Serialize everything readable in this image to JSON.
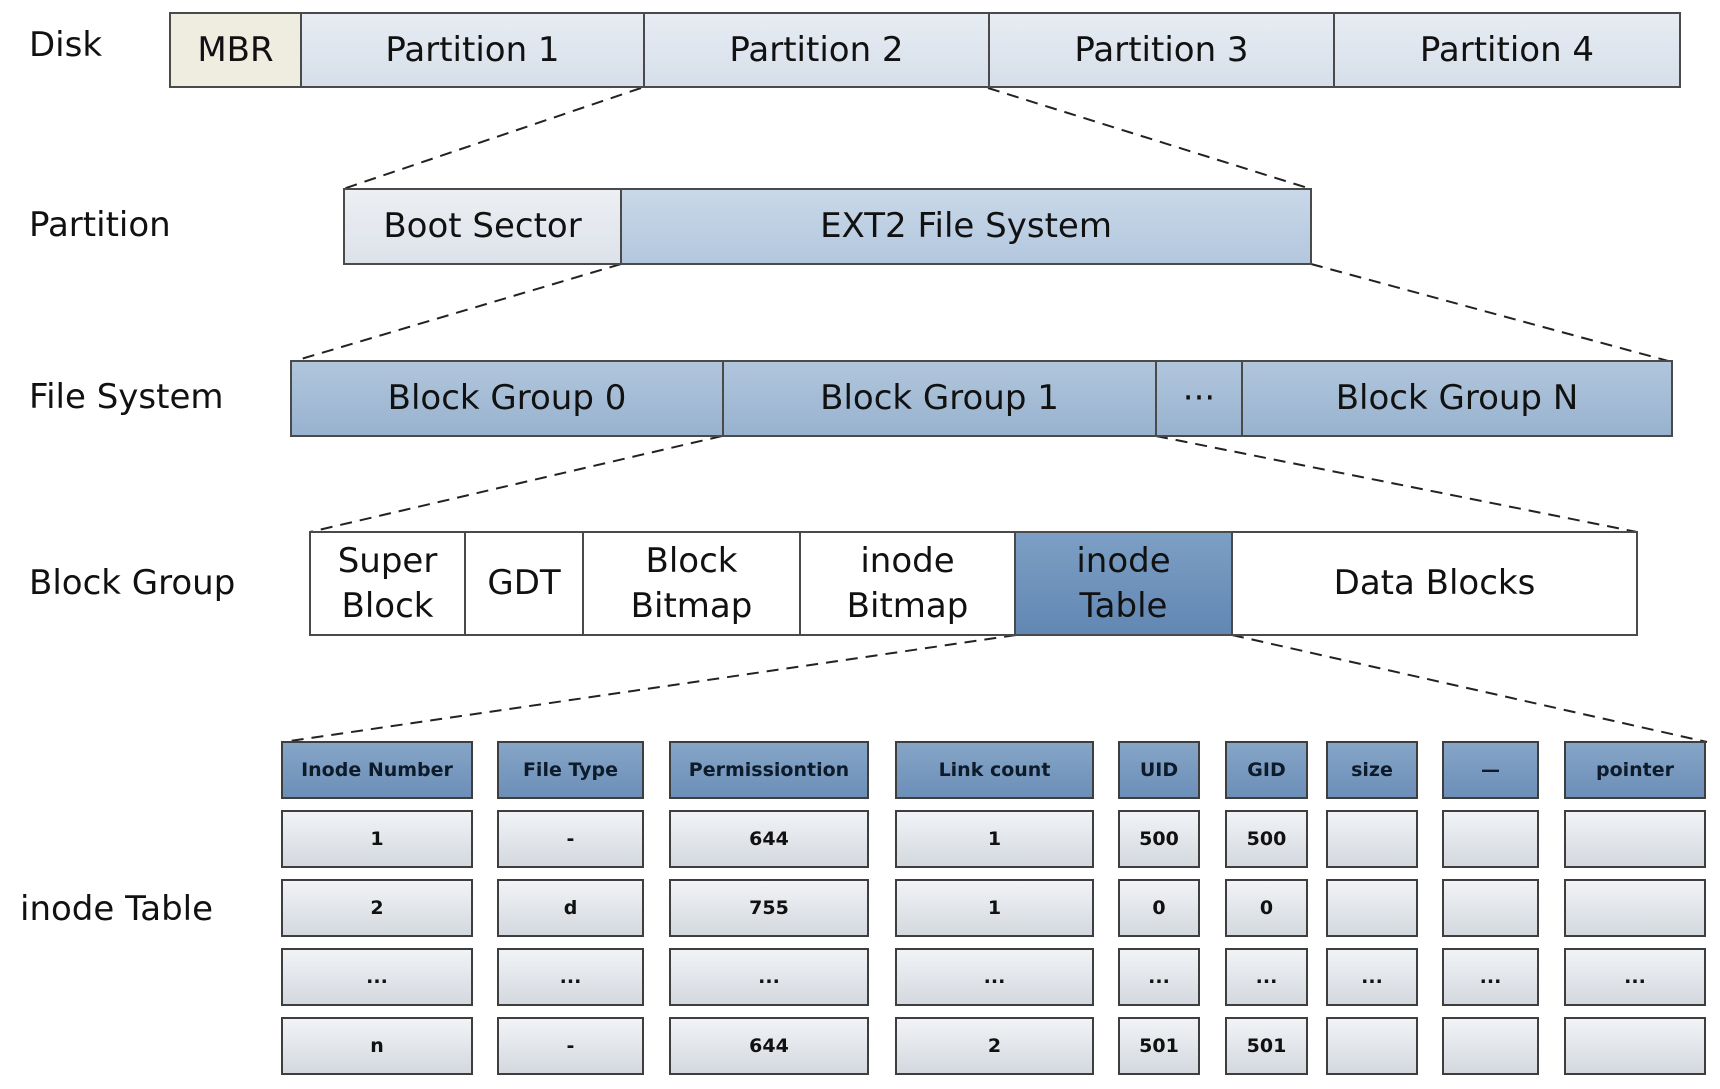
{
  "row_labels": {
    "disk": "Disk",
    "partition": "Partition",
    "file_system": "File System",
    "block_group": "Block Group",
    "inode_table": "inode Table"
  },
  "disk": [
    "MBR",
    "Partition 1",
    "Partition 2",
    "Partition 3",
    "Partition 4"
  ],
  "partition": [
    "Boot Sector",
    "EXT2 File System"
  ],
  "file_system": [
    "Block Group 0",
    "Block Group 1",
    "···",
    "Block Group N"
  ],
  "block_group": [
    "Super\nBlock",
    "GDT",
    "Block\nBitmap",
    "inode\nBitmap",
    "inode\nTable",
    "Data Blocks"
  ],
  "inode_table": {
    "headers": [
      "Inode Number",
      "File Type",
      "Permissiontion",
      "Link count",
      "UID",
      "GID",
      "size",
      "—",
      "pointer"
    ],
    "rows": [
      [
        "1",
        "-",
        "644",
        "1",
        "500",
        "500",
        "",
        "",
        ""
      ],
      [
        "2",
        "d",
        "755",
        "1",
        "0",
        "0",
        "",
        "",
        ""
      ],
      [
        "...",
        "...",
        "...",
        "...",
        "...",
        "...",
        "...",
        "...",
        "..."
      ],
      [
        "n",
        "-",
        "644",
        "2",
        "501",
        "501",
        "",
        "",
        ""
      ]
    ]
  }
}
